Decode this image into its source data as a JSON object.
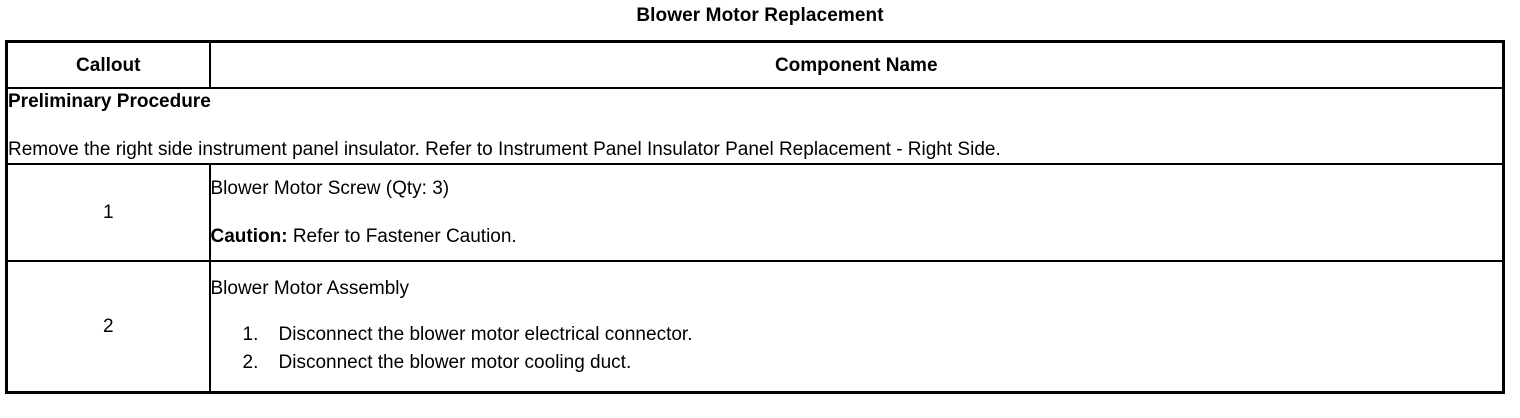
{
  "document": {
    "title": "Blower Motor Replacement"
  },
  "table": {
    "headers": {
      "callout": "Callout",
      "component_name": "Component Name"
    },
    "preliminary": {
      "heading": "Preliminary Procedure",
      "text": "Remove the right side instrument panel insulator. Refer to Instrument Panel Insulator Panel Replacement - Right Side."
    },
    "rows": [
      {
        "callout": "1",
        "name": "Blower Motor Screw (Qty: 3)",
        "note_label": "Caution:",
        "note_text": " Refer to Fastener Caution."
      },
      {
        "callout": "2",
        "name": "Blower Motor Assembly",
        "steps": [
          "Disconnect the blower motor electrical connector.",
          "Disconnect the blower motor cooling duct."
        ]
      }
    ]
  },
  "colors": {
    "text": "#000000",
    "background": "#ffffff",
    "border": "#000000"
  }
}
